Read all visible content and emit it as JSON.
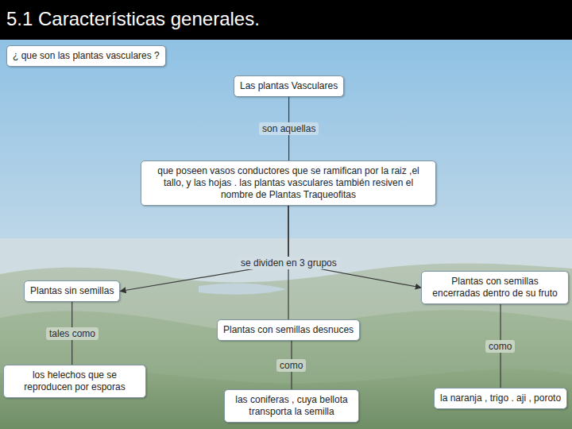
{
  "diagram": {
    "title": "5.1 Características generales.",
    "nodes": [
      {
        "text": [
          "¿ que son las plantas vasculares ?"
        ]
      },
      {
        "text": [
          "Las plantas Vasculares"
        ]
      },
      {
        "text": [
          "que poseen vasos conductores que se ramifican por la raiz ,el tallo, y las hojas . las plantas vasculares también resiven el nombre de Plantas Traqueofitas"
        ]
      },
      {
        "text": [
          "Plantas sin semillas"
        ]
      },
      {
        "text": [
          "Plantas con semillas encerradas dentro de su fruto"
        ]
      },
      {
        "text": [
          "Plantas con semillas desnuces"
        ]
      },
      {
        "text": [
          "los helechos que se reproducen por esporas"
        ]
      },
      {
        "text": [
          "las coniferas , cuya bellota transporta la semilla"
        ]
      },
      {
        "text": [
          "la naranja , trigo . aji , poroto"
        ]
      }
    ],
    "edges": [
      {
        "from": 1,
        "to": 2,
        "label": "son aquellas",
        "arrow": "none"
      },
      {
        "from": 2,
        "to": 3,
        "arrow": "to"
      },
      {
        "from": 2,
        "to": 5,
        "label": "se dividen en 3 grupos",
        "arrow": "none"
      },
      {
        "from": 2,
        "to": 4,
        "arrow": "to"
      },
      {
        "from": 3,
        "to": 6,
        "label": "tales como",
        "arrow": "none"
      },
      {
        "from": 5,
        "to": 7,
        "label": "como",
        "arrow": "none"
      },
      {
        "from": 4,
        "to": 8,
        "label": "como",
        "arrow": "none"
      }
    ]
  }
}
